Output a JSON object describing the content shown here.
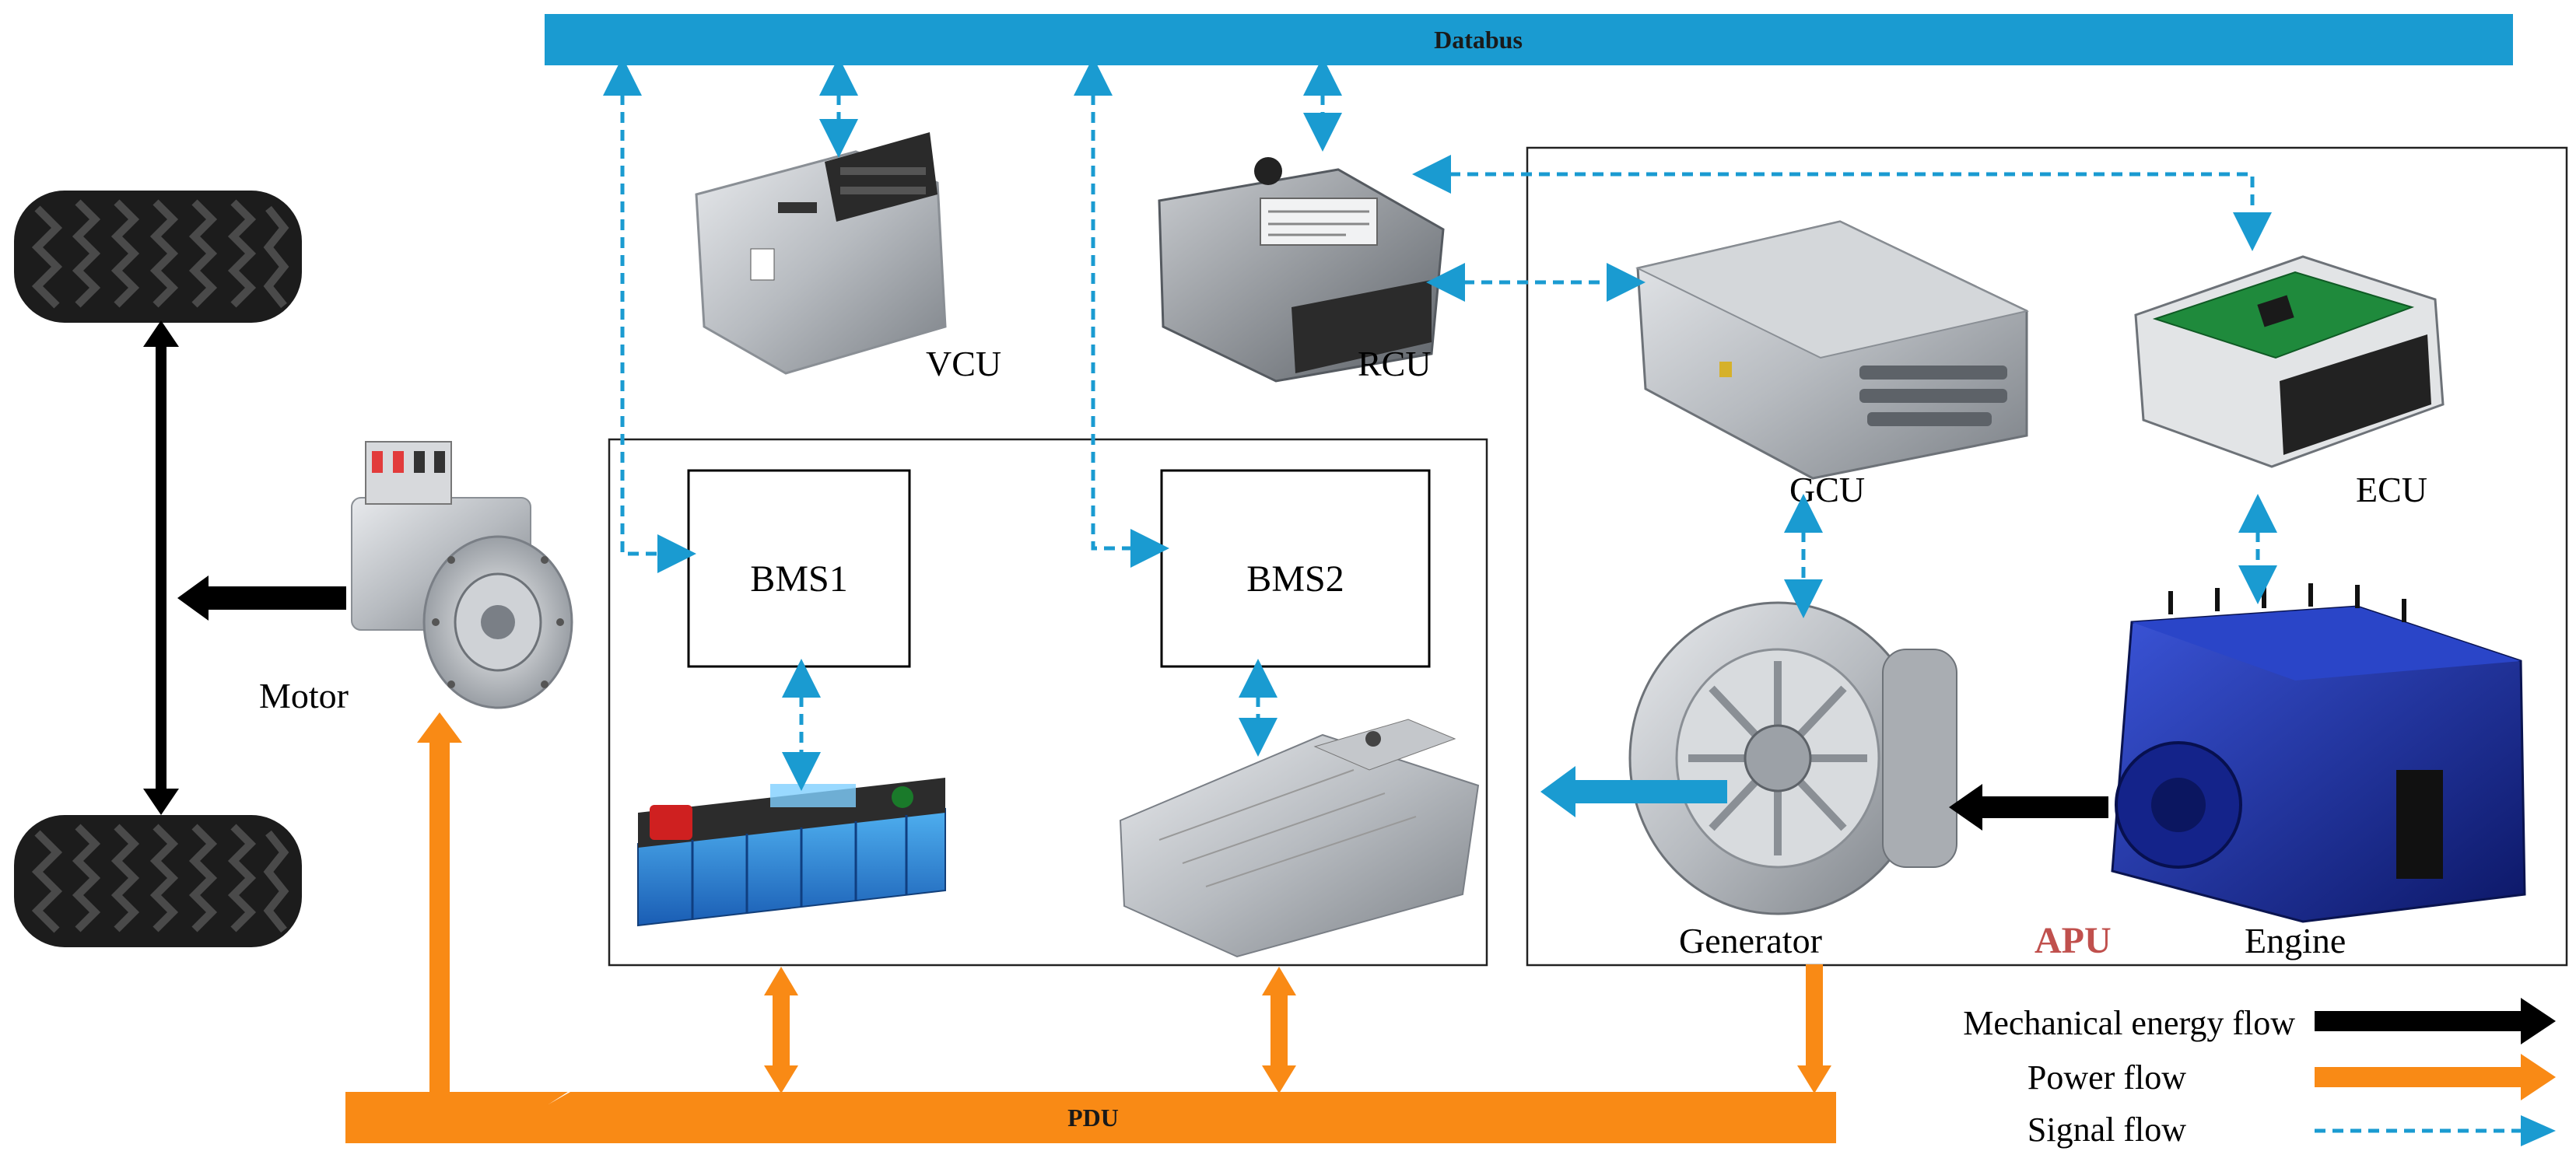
{
  "buses": {
    "databus_label": "Databus",
    "pdu_label": "PDU"
  },
  "components": {
    "vcu": "VCU",
    "rcu": "RCU",
    "gcu": "GCU",
    "ecu": "ECU",
    "bms1": "BMS1",
    "bms2": "BMS2",
    "motor": "Motor",
    "generator": "Generator",
    "engine": "Engine",
    "apu": "APU"
  },
  "legend": {
    "mechanical": "Mechanical energy flow",
    "power": "Power flow",
    "signal": "Signal flow"
  },
  "colors": {
    "databus": "#1a9bd1",
    "signal": "#1a9bd1",
    "power": "#f98a15",
    "mechanical": "#000000",
    "apu_label": "#c0504d",
    "engine_blue": "#1a2f9c",
    "metal": "#b9bcc0"
  }
}
